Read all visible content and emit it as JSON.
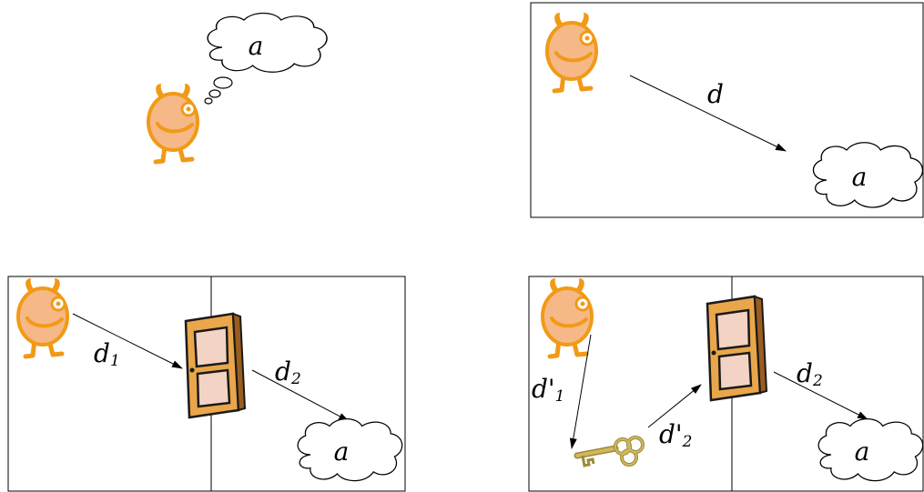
{
  "panels": {
    "thought": {
      "goal": "a"
    },
    "direct": {
      "arrow_label": "d",
      "goal": "a"
    },
    "door": {
      "label1": {
        "main": "d",
        "sub": "1"
      },
      "label2": {
        "main": "d",
        "sub": "2"
      },
      "goal": "a"
    },
    "key_door": {
      "label1": {
        "main": "d'",
        "sub": "1"
      },
      "label2": {
        "main": "d'",
        "sub": "2"
      },
      "label3": {
        "main": "d",
        "sub": "2"
      },
      "goal": "a"
    }
  },
  "colors": {
    "creature_fill": "#f6b887",
    "creature_outline": "#f19a17",
    "door_wood": "#eaa64a",
    "door_panel": "#f3d3c3",
    "key_gold": "#d0b95b",
    "frame": "#000000"
  },
  "icons": [
    "creature-icon",
    "thought-cloud-icon",
    "door-icon",
    "key-icon"
  ]
}
